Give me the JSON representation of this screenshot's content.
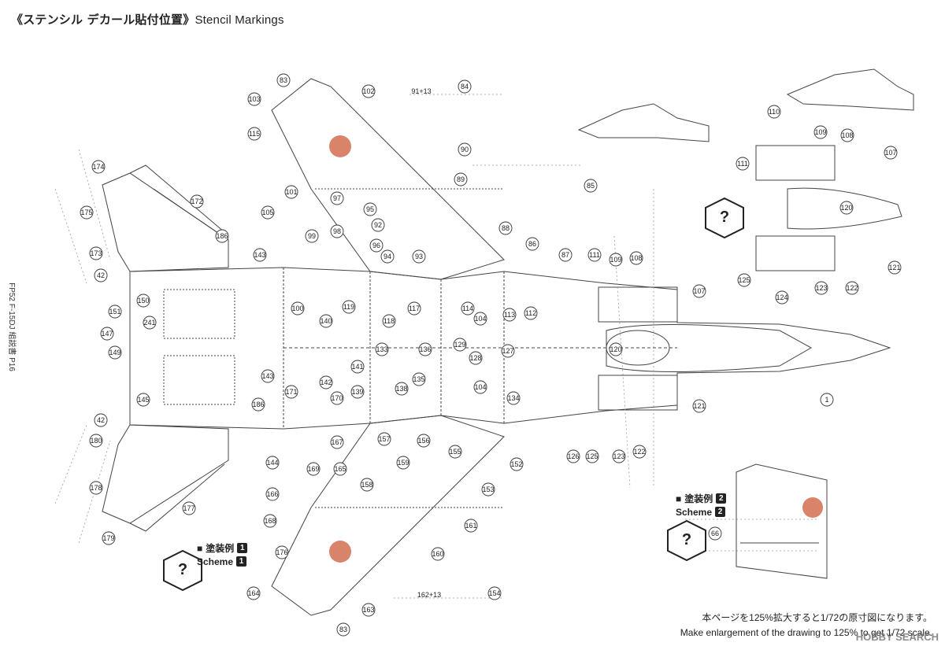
{
  "title": {
    "ja": "《ステンシル デカール貼付位置》",
    "en": "Stencil Markings"
  },
  "side_label": "FP52 F-15DJ 組説書 P16",
  "scheme1": {
    "ja": "塗装例",
    "en": "Scheme",
    "num": "1"
  },
  "scheme2": {
    "ja": "塗装例",
    "en": "Scheme",
    "num": "2"
  },
  "notes": {
    "ja": "本ページを125%拡大すると1/72の原寸図になります。",
    "en": "Make enlargement of the drawing to 125% to get 1/72 scale."
  },
  "watermark": "HOBBY SEARCH",
  "colors": {
    "line": "#444444",
    "roundel": "#d9836a",
    "stencil_dot": "#555555",
    "background": "#ffffff"
  },
  "callouts": [
    {
      "label": "83"
    },
    {
      "label": "103"
    },
    {
      "label": "102"
    },
    {
      "label": "91+13"
    },
    {
      "label": "84"
    },
    {
      "label": "115"
    },
    {
      "label": "90"
    },
    {
      "label": "89"
    },
    {
      "label": "85"
    },
    {
      "label": "174"
    },
    {
      "label": "172"
    },
    {
      "label": "175"
    },
    {
      "label": "101"
    },
    {
      "label": "97"
    },
    {
      "label": "95"
    },
    {
      "label": "105"
    },
    {
      "label": "92"
    },
    {
      "label": "88"
    },
    {
      "label": "98"
    },
    {
      "label": "99"
    },
    {
      "label": "96"
    },
    {
      "label": "86"
    },
    {
      "label": "186"
    },
    {
      "label": "173"
    },
    {
      "label": "143"
    },
    {
      "label": "94"
    },
    {
      "label": "93"
    },
    {
      "label": "87"
    },
    {
      "label": "111"
    },
    {
      "label": "109"
    },
    {
      "label": "108"
    },
    {
      "label": "42"
    },
    {
      "label": "150"
    },
    {
      "label": "151"
    },
    {
      "label": "241"
    },
    {
      "label": "100"
    },
    {
      "label": "119"
    },
    {
      "label": "140"
    },
    {
      "label": "118"
    },
    {
      "label": "117"
    },
    {
      "label": "114"
    },
    {
      "label": "104"
    },
    {
      "label": "113"
    },
    {
      "label": "112"
    },
    {
      "label": "107"
    },
    {
      "label": "147"
    },
    {
      "label": "149"
    },
    {
      "label": "133"
    },
    {
      "label": "136"
    },
    {
      "label": "129"
    },
    {
      "label": "127"
    },
    {
      "label": "120"
    },
    {
      "label": "141"
    },
    {
      "label": "128"
    },
    {
      "label": "143"
    },
    {
      "label": "142"
    },
    {
      "label": "135"
    },
    {
      "label": "138"
    },
    {
      "label": "104"
    },
    {
      "label": "134"
    },
    {
      "label": "139"
    },
    {
      "label": "145"
    },
    {
      "label": "171"
    },
    {
      "label": "121"
    },
    {
      "label": "1"
    },
    {
      "label": "42"
    },
    {
      "label": "186"
    },
    {
      "label": "170"
    },
    {
      "label": "180"
    },
    {
      "label": "157"
    },
    {
      "label": "167"
    },
    {
      "label": "156"
    },
    {
      "label": "126"
    },
    {
      "label": "125"
    },
    {
      "label": "123"
    },
    {
      "label": "122"
    },
    {
      "label": "155"
    },
    {
      "label": "144"
    },
    {
      "label": "169"
    },
    {
      "label": "165"
    },
    {
      "label": "159"
    },
    {
      "label": "152"
    },
    {
      "label": "178"
    },
    {
      "label": "177"
    },
    {
      "label": "166"
    },
    {
      "label": "158"
    },
    {
      "label": "153"
    },
    {
      "label": "168"
    },
    {
      "label": "161"
    },
    {
      "label": "179"
    },
    {
      "label": "176"
    },
    {
      "label": "160"
    },
    {
      "label": "154"
    },
    {
      "label": "164"
    },
    {
      "label": "162+13"
    },
    {
      "label": "163"
    },
    {
      "label": "83"
    },
    {
      "label": "110"
    },
    {
      "label": "109"
    },
    {
      "label": "108"
    },
    {
      "label": "111"
    },
    {
      "label": "107"
    },
    {
      "label": "120"
    },
    {
      "label": "121"
    },
    {
      "label": "125"
    },
    {
      "label": "124"
    },
    {
      "label": "123"
    },
    {
      "label": "122"
    },
    {
      "label": "66"
    }
  ]
}
